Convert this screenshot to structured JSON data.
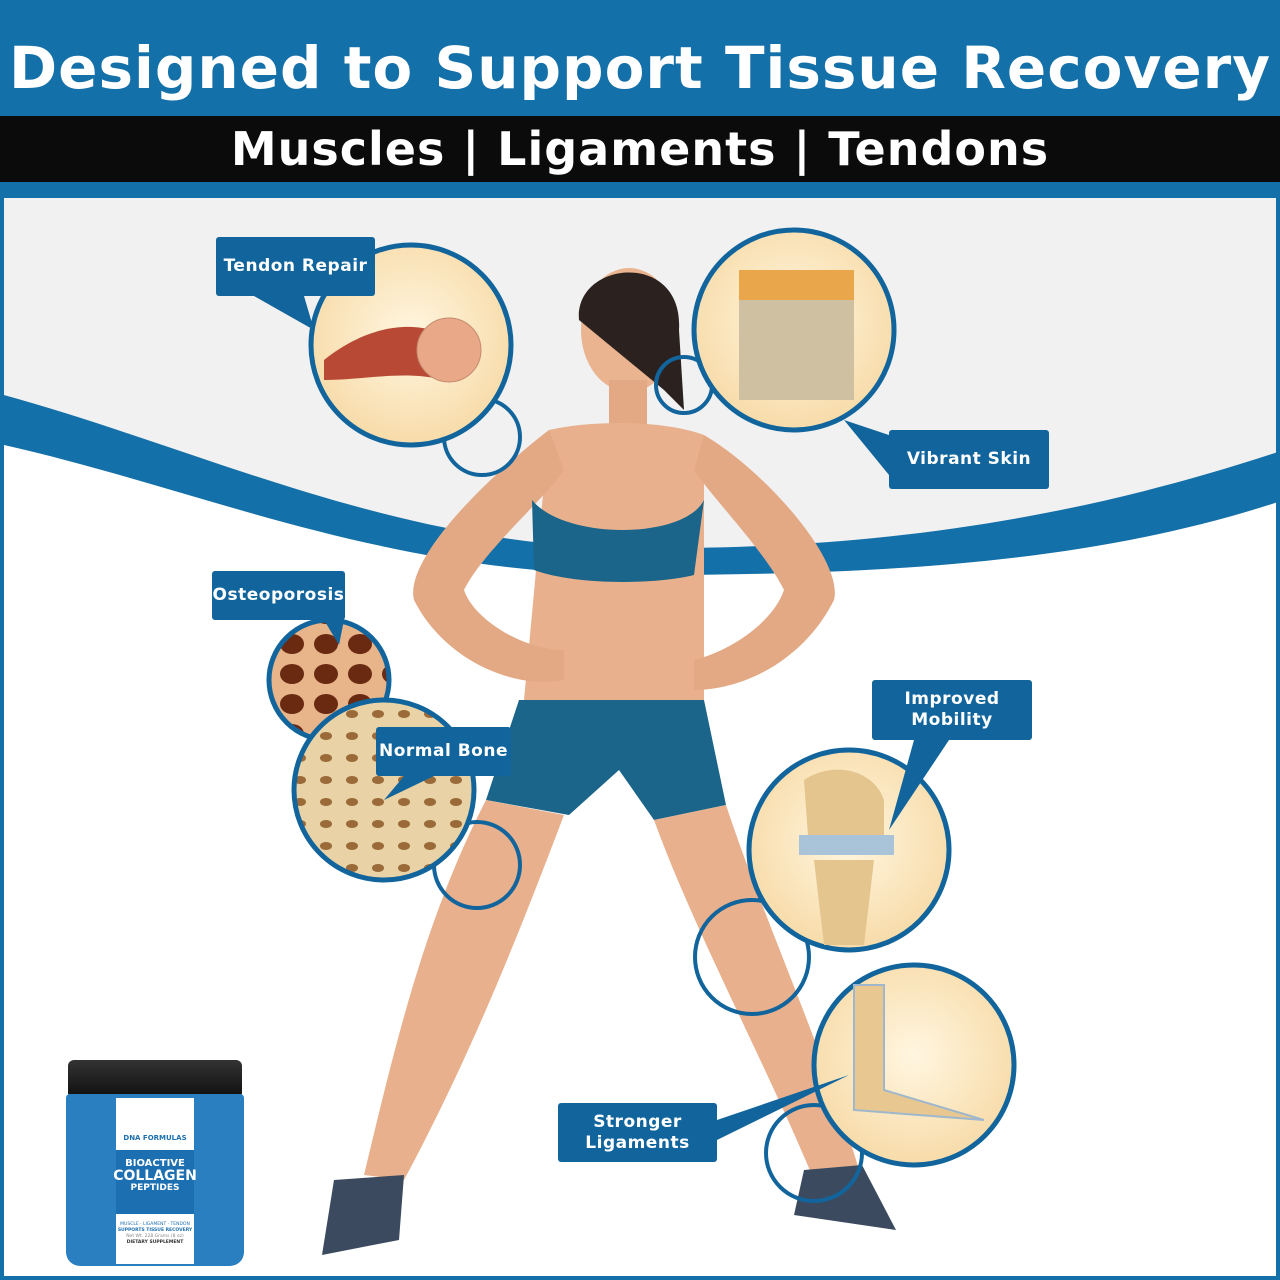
{
  "header": {
    "title": "Designed to Support Tissue Recovery",
    "subtitle": "Muscles | Ligaments | Tendons"
  },
  "callouts": {
    "tendon_repair": "Tendon Repair",
    "vibrant_skin": "Vibrant Skin",
    "osteoporosis": "Osteoporosis",
    "normal_bone": "Normal Bone",
    "improved_mobility": "Improved Mobility",
    "stronger_ligaments": "Stronger Ligaments"
  },
  "product": {
    "brand": "DNA FORMULAS",
    "line1": "BIOACTIVE",
    "line2": "COLLAGEN",
    "line3": "PEPTIDES",
    "tagline": "MUSCLE · LIGAMENT · TENDON",
    "claim": "SUPPORTS TISSUE RECOVERY",
    "net_wt": "Net Wt. 228 Grams (8 oz)",
    "type": "DIETARY SUPPLEMENT"
  },
  "colors": {
    "brand_blue": "#1470a8",
    "label_blue": "#11659c",
    "black_band": "#0b0b0b"
  }
}
